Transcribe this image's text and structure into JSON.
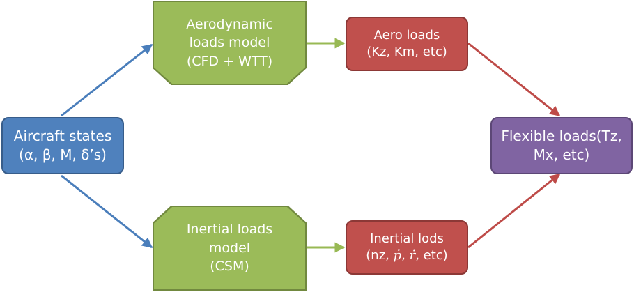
{
  "nodes": {
    "aircraft_states": {
      "line1": "Aircraft states",
      "line2": "(α, β, M, δ’s)"
    },
    "aero_model": {
      "line1": "Aerodynamic",
      "line2": "loads model",
      "line3": "(CFD + WTT)"
    },
    "inertial_model": {
      "line1": "Inertial loads",
      "line2": "model",
      "line3": "(CSM)"
    },
    "aero_loads": {
      "line1": "Aero loads",
      "line2": "(Kz, Km, etc)"
    },
    "inertial_lods": {
      "line1": "Inertial lods",
      "line2_prefix": "(nz, ",
      "p_dot": "ṗ",
      "sep": ", ",
      "r_dot": "ṙ",
      "line2_suffix": ", etc)"
    },
    "flexible_loads": {
      "line1": "Flexible loads(Tz,",
      "line2": "Mx, etc)"
    }
  },
  "colors": {
    "blue_fill": "#4f81bd",
    "green_fill": "#9bbb59",
    "red_fill": "#c0504d",
    "purple_fill": "#8064a2",
    "blue_arrow": "#4a7ebb",
    "green_arrow": "#98b954",
    "red_arrow": "#be4b48"
  }
}
